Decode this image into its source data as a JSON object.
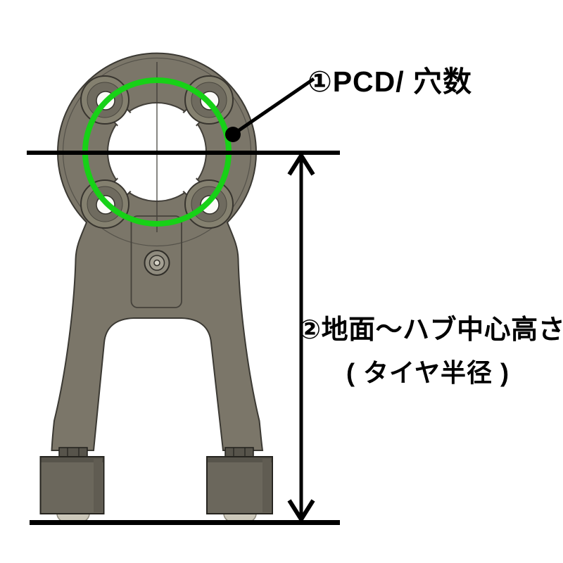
{
  "diagram": {
    "title": "wheel hub stand dimension diagram",
    "annotations": {
      "label_pcd": "①PCD/ 穴数",
      "label_height_line1": "②地面〜ハブ中心高さ",
      "label_height_line2": "( タイヤ半径 )"
    },
    "colors": {
      "background": "#ffffff",
      "part_body": "#7b7669",
      "part_edge": "#3b3933",
      "foot_cylinder": "#6b675c",
      "foot_dome": "#ccc8ba",
      "pcd_circle_green": "#17d117",
      "annotation_black": "#000000"
    },
    "icons": [
      {
        "name": "up-arrowhead",
        "meaning": "dimension arrow pointing to hub center line"
      },
      {
        "name": "down-arrowhead",
        "meaning": "dimension arrow pointing to ground line"
      },
      {
        "name": "pcd-marker-dot",
        "meaning": "marker on PCD circle referenced by label ①"
      }
    ]
  }
}
